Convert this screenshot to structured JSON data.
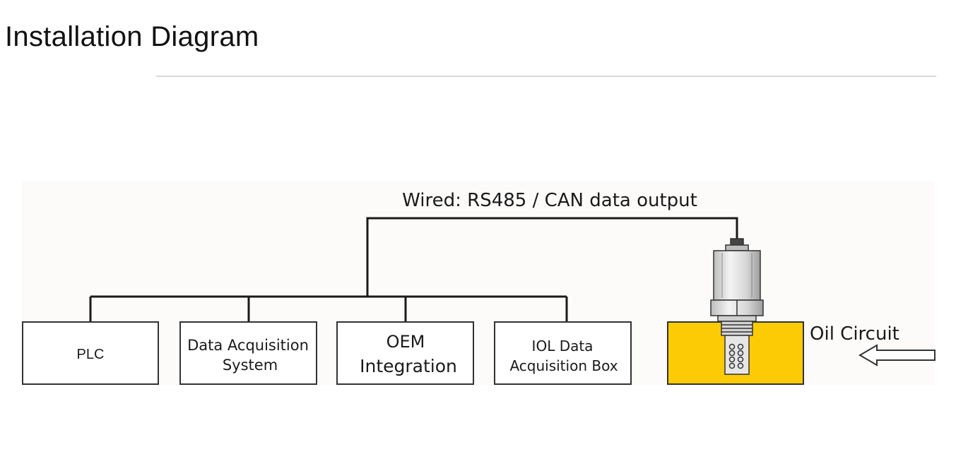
{
  "header": {
    "title": "Installation Diagram"
  },
  "diagram": {
    "connection_label": "Wired: RS485 / CAN data output",
    "boxes": [
      {
        "lines": [
          "PLC"
        ]
      },
      {
        "lines": [
          "Data Acquisition",
          "System"
        ]
      },
      {
        "lines": [
          "OEM",
          "Integration"
        ]
      },
      {
        "lines": [
          "IOL Data",
          "Acquisition Box"
        ]
      }
    ],
    "oil_circuit_label": "Oil Circuit",
    "colors": {
      "background": "#fdfbfa",
      "line": "#1a1a1a",
      "oil_block": "#fccb06",
      "sensor_body": "#e6e6e6"
    }
  }
}
